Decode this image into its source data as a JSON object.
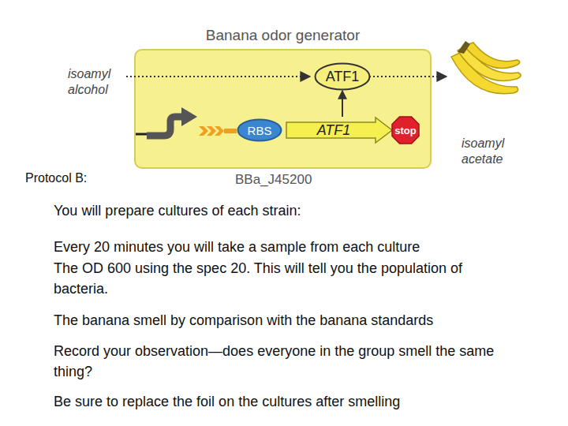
{
  "diagram": {
    "nodes": [
      {
        "text": [
          "Banana odor generator"
        ]
      },
      {
        "text": [
          "ATF1"
        ],
        "in": 0
      },
      {
        "text": [
          "RBS"
        ],
        "in": 0
      },
      {
        "text": [
          "ATF1"
        ],
        "in": 0
      },
      {
        "text": [
          "stop"
        ],
        "in": 0
      }
    ],
    "edges": [
      {
        "from": 3,
        "to": 1,
        "arrow": "to"
      }
    ],
    "labels": [
      "isoamyl alcohol",
      "isoamyl acetate",
      "BBa_J45200",
      "Protocol B:",
      "You will prepare cultures of each strain:",
      "Every 20 minutes you will take a sample from each culture",
      "The OD 600 using the spec 20. This will tell you the population of bacteria.",
      "The banana smell by comparison with the banana standards",
      "Record your observation—does everyone in the group smell the same thing?",
      "Be sure to replace the foil on the cultures after smelling"
    ]
  }
}
